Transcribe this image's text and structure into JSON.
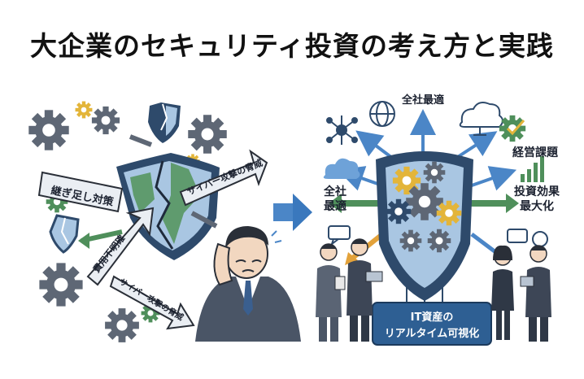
{
  "title": "大企業のセキュリティ投資の考え方と実践",
  "left": {
    "labels": {
      "patchwork": "継ぎ足し対策",
      "cyber_threat_1": "サイバー攻撃の脅威",
      "cost_unclear": "費用不明確",
      "cyber_threat_2": "サイバー攻撃の脅威"
    }
  },
  "right": {
    "labels": {
      "company_optimal_top": "全社最適",
      "management_issue": "経営課題",
      "company_optimal_left_1": "全社",
      "company_optimal_left_2": "最適",
      "roi_1": "投資効果",
      "roi_2": "最大化",
      "it_asset_1": "IT資産の",
      "it_asset_2": "リアルタイム可視化"
    }
  },
  "colors": {
    "shield_dark": "#2e4a6b",
    "shield_blue": "#a9c6e2",
    "shield_green": "#5f9b6e",
    "gear_gray": "#5e6775",
    "gear_yellow": "#e3b53a",
    "accent_green": "#4f8f5b",
    "arrow_blue": "#4b86c7",
    "panel_blue": "#2e5f93"
  }
}
